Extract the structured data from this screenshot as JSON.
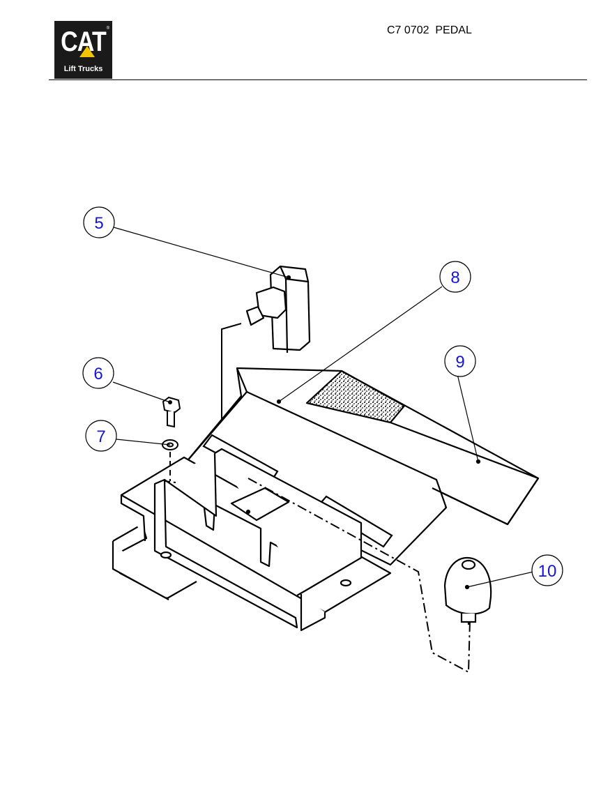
{
  "header": {
    "logo": {
      "brand": "CAT",
      "subtitle": "Lift Trucks",
      "registered_mark": "®",
      "accent_color": "#f4c300"
    },
    "doc_title": "C7 0702  PEDAL"
  },
  "diagram": {
    "callout_color": "#1515d8",
    "callouts": [
      {
        "label": "5",
        "part": "switch"
      },
      {
        "label": "6",
        "part": "bolt"
      },
      {
        "label": "7",
        "part": "washer"
      },
      {
        "label": "8",
        "part": "pedal"
      },
      {
        "label": "9",
        "part": "tread-pad"
      },
      {
        "label": "10",
        "part": "bumper"
      }
    ]
  }
}
